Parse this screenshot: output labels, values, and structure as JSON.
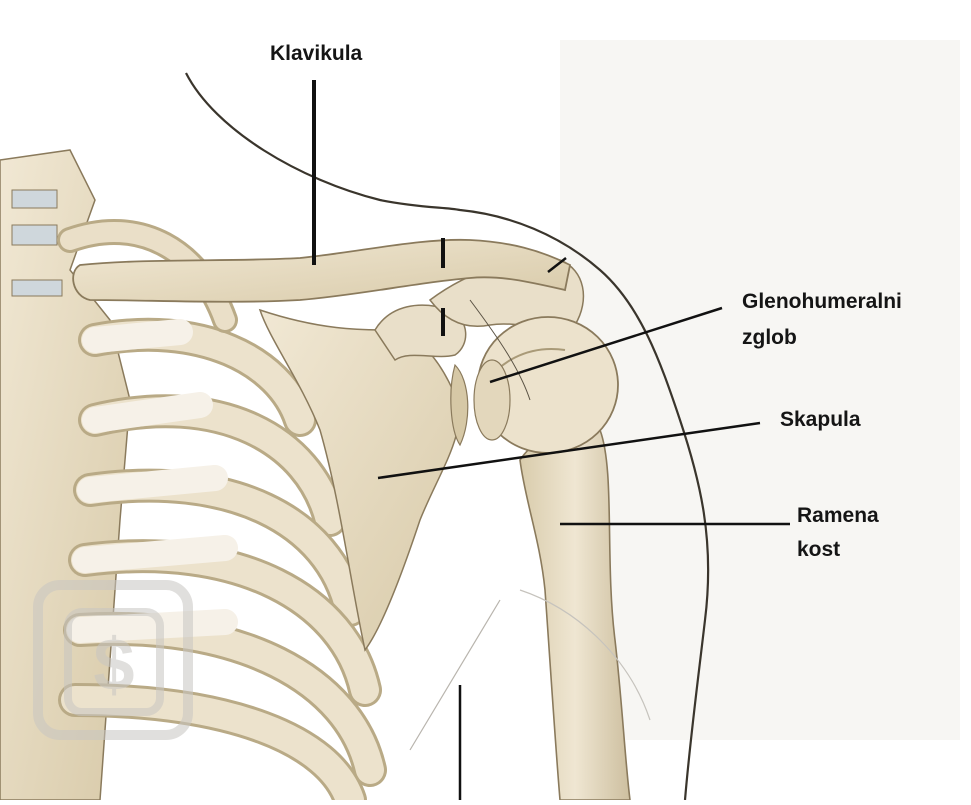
{
  "labels": {
    "clavicle": "Klavikula",
    "glenohumeral_line1": "Glenohumeralni",
    "glenohumeral_line2": "zglob",
    "scapula": "Skapula",
    "humerus_line1": "Ramena",
    "humerus_line2": "kost"
  },
  "colors": {
    "bone_fill": "#e9dfc9",
    "bone_shadow": "#cdbf9f",
    "bone_outline": "#8a7a5c",
    "cartilage": "#f6f1e8",
    "skin_outline": "#3a352c",
    "leader_line": "#111111"
  },
  "watermark_icon": "dollar-sign-icon"
}
